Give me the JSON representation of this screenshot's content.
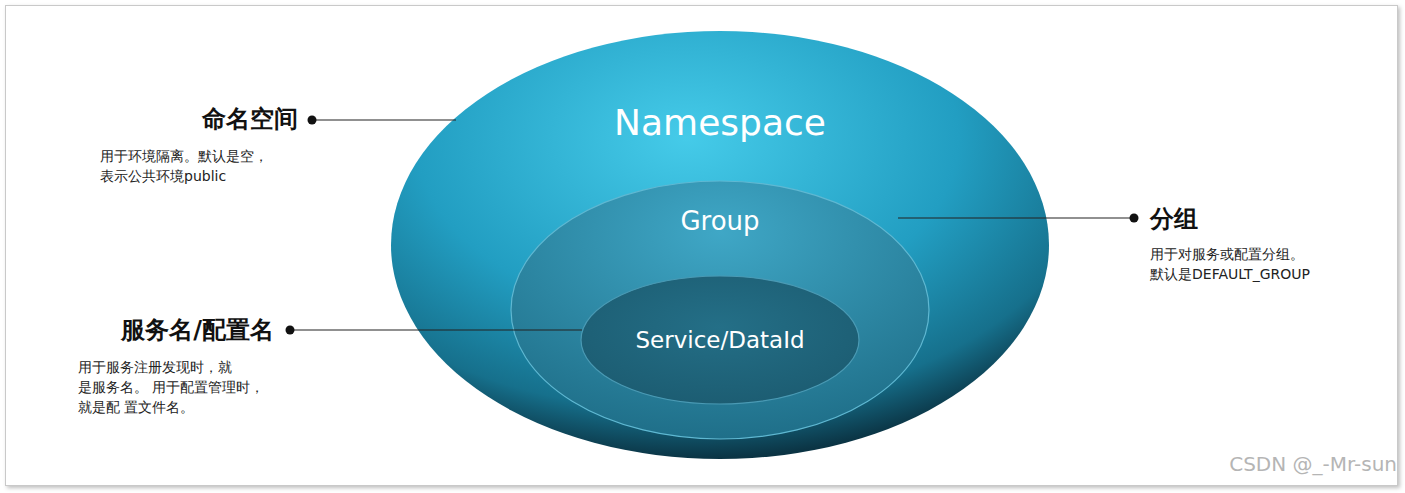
{
  "diagram": {
    "nodes": [
      {
        "text": [
          "Namespace"
        ]
      },
      {
        "text": [
          "Group"
        ],
        "in": 0
      },
      {
        "text": [
          "Service/DataId"
        ],
        "in": 1
      }
    ],
    "labels": [
      "命名空间",
      "用于环境隔离。默认是空， 表示公共环境public",
      "分组",
      "用于对服务或配置分组。 默认是DEFAULT_GROUP",
      "服务名/配置名",
      "用于服务注册发现时，就 是服务名。 用于配置管理时，就是配 置文件名。",
      "CSDN @_-Mr-sun"
    ]
  }
}
